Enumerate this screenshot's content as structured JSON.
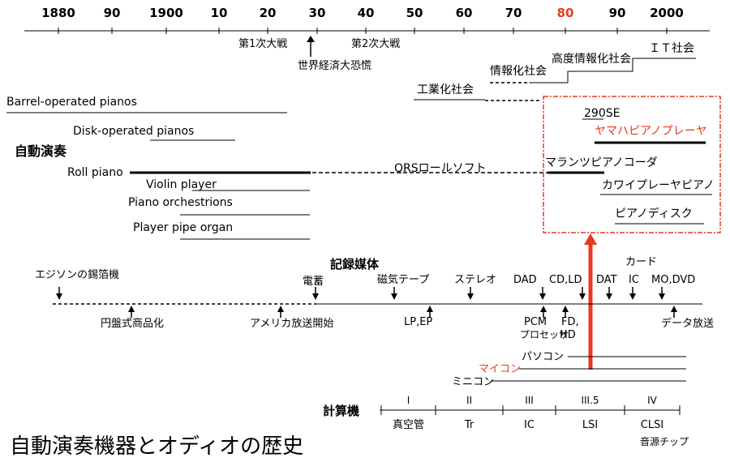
{
  "timeline": {
    "ticks": [
      "1880",
      "90",
      "1900",
      "10",
      "20",
      "30",
      "40",
      "50",
      "60",
      "70",
      "80",
      "90",
      "2000"
    ],
    "highlight_tick": "80",
    "highlight_color": "#e8391d"
  },
  "events": {
    "ww1": "第1次大戦",
    "depression": "世界経済大恐慌",
    "ww2": "第2次大戦"
  },
  "society": {
    "industrial": "工業化社会",
    "information": "情報化社会",
    "advanced_info": "高度情報化社会",
    "it": "ＩＴ社会"
  },
  "player_section": {
    "heading": "自動演奏",
    "barrel": "Barrel-operated pianos",
    "disk": "Disk-operated pianos",
    "roll": "Roll piano",
    "violin": "Violin player",
    "orchestrions": "Piano orchestrions",
    "pipe_organ": "Player pipe organ",
    "qrs": "QRSロールソフト"
  },
  "modern_players": {
    "se290": "290SE",
    "yamaha": "ヤマハピアノプレーヤ",
    "marantz": "マランツピアノコーダ",
    "kawai": "カワイプレーヤピアノ",
    "pianodisc": "ピアノディスク"
  },
  "media_section": {
    "heading": "記録媒体",
    "edison": "エジソンの錫箔機",
    "disc_commercial": "円盤式商品化",
    "us_broadcast": "アメリカ放送開始",
    "electric_rec": "電蓄",
    "lp_ep": "LP,EP",
    "magnetic_tape": "磁気テープ",
    "stereo": "ステレオ",
    "dad": "DAD",
    "pcm": "PCM",
    "processor": "プロセッサ",
    "cd_ld": "CD,LD",
    "fd": "FD,",
    "hd": "HD",
    "dat": "DAT",
    "card": "カード",
    "ic": "IC",
    "mo_dvd": "MO,DVD",
    "data_broadcast": "データ放送"
  },
  "computer_section": {
    "heading": "計算機",
    "personal": "パソコン",
    "micro": "マイコン",
    "mini": "ミニコン",
    "generations": [
      "I",
      "II",
      "III",
      "III.5",
      "IV"
    ],
    "devices": [
      "真空管",
      "Tr",
      "IC",
      "LSI",
      "CLSI"
    ],
    "sound_chip": "音源チップ"
  },
  "title": "自動演奏機器とオディオの歴史",
  "colors": {
    "accent": "#e8391d",
    "ink": "#000000"
  }
}
